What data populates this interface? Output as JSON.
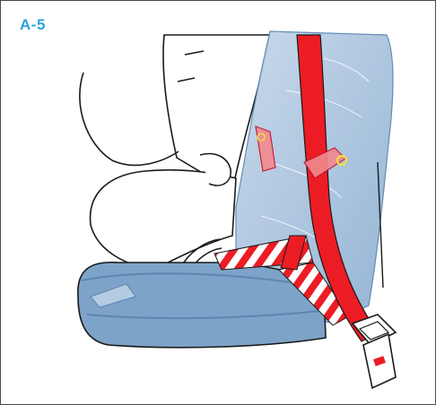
{
  "figure": {
    "step_label": "A-5",
    "step_label_color": "#29a3dc",
    "colors": {
      "seat_shell": "#7ea3c8",
      "seat_shell_light": "#b4cce2",
      "seat_shell_dark": "#5c86b2",
      "belt_red": "#ec1c24",
      "belt_stripe_white": "#ffffff",
      "outline": "#1a1a1a",
      "highlight_yellow": "#f2e23a"
    },
    "illustration": {
      "subject": "child-car-seat-base-with-seat-belt",
      "elements": [
        "vehicle-seat-cushion",
        "vehicle-seat-back",
        "car-seat-shell",
        "shoulder-belt",
        "lap-belt-routed-through-guide",
        "belt-buckle",
        "belt-guide-clips"
      ]
    }
  }
}
